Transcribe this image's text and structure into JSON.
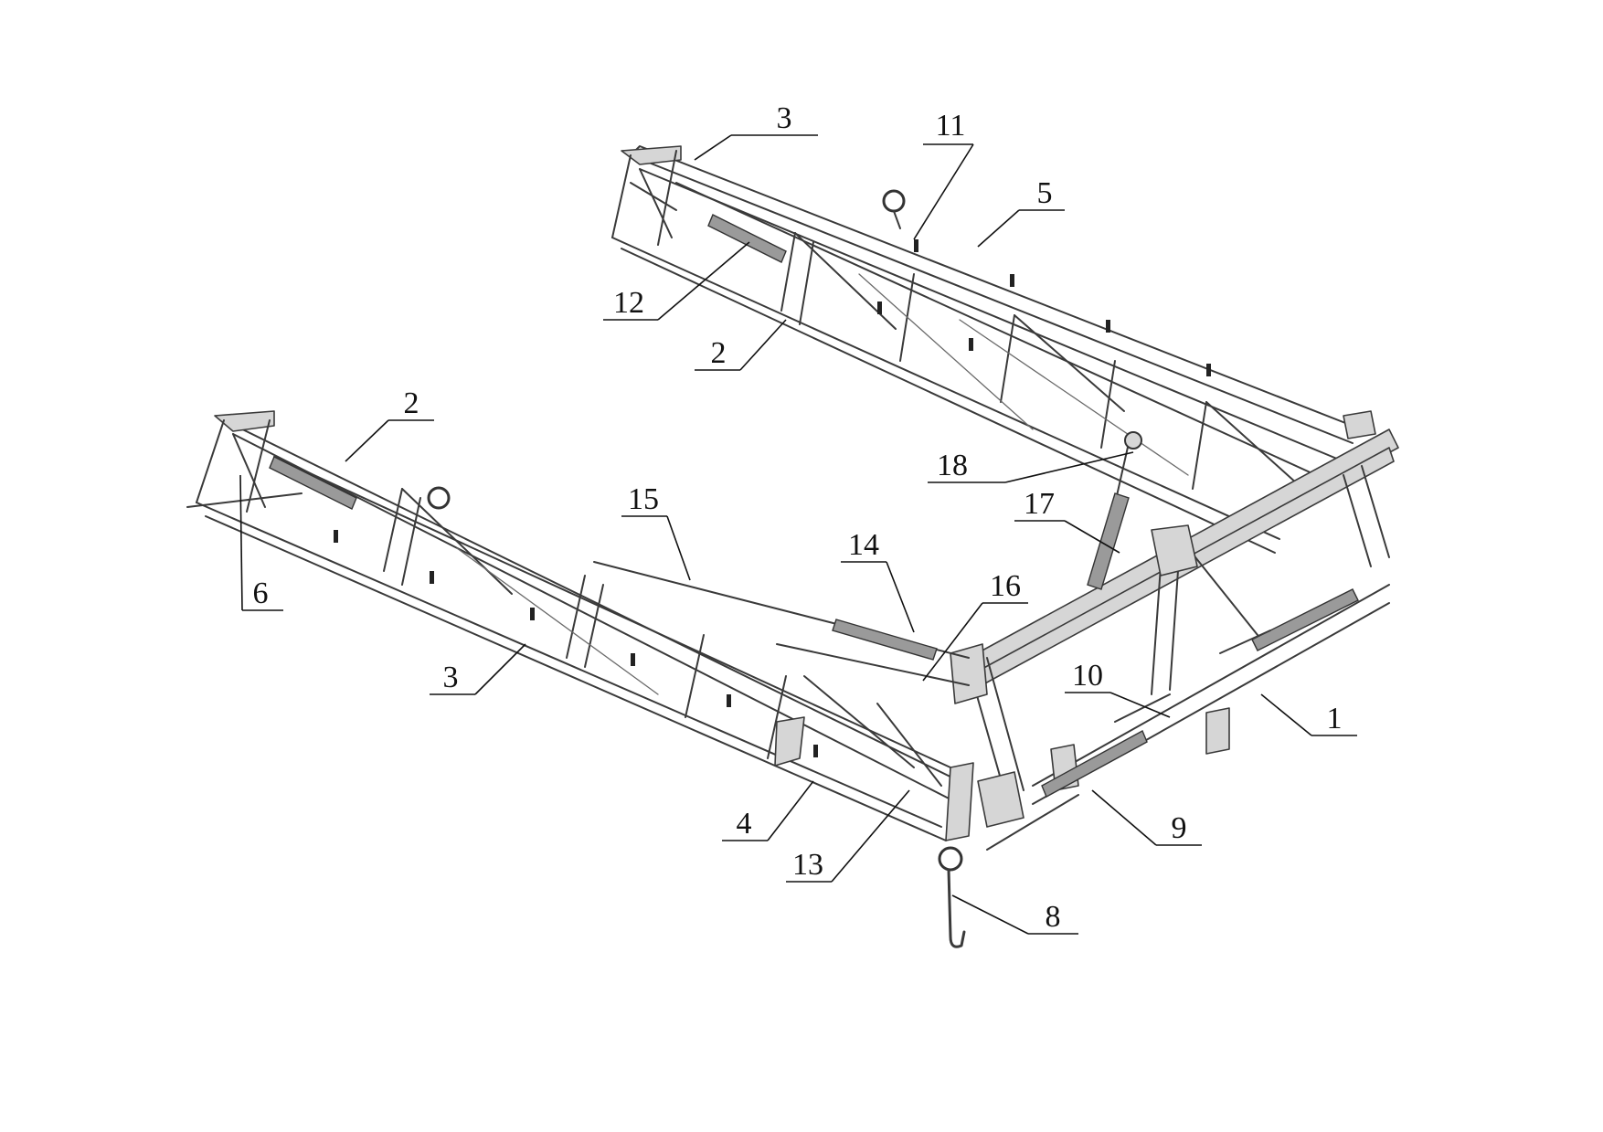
{
  "colors": {
    "background": "#ffffff",
    "ink": "#111111",
    "metal_light": "#d6d6d6",
    "metal_dark": "#9a9a9a"
  },
  "callouts": [
    {
      "id": "c1",
      "label": "1"
    },
    {
      "id": "c2a",
      "label": "2"
    },
    {
      "id": "c2b",
      "label": "2"
    },
    {
      "id": "c3a",
      "label": "3"
    },
    {
      "id": "c3b",
      "label": "3"
    },
    {
      "id": "c4",
      "label": "4"
    },
    {
      "id": "c5",
      "label": "5"
    },
    {
      "id": "c6",
      "label": "6"
    },
    {
      "id": "c8",
      "label": "8"
    },
    {
      "id": "c9",
      "label": "9"
    },
    {
      "id": "c10",
      "label": "10"
    },
    {
      "id": "c11",
      "label": "11"
    },
    {
      "id": "c12",
      "label": "12"
    },
    {
      "id": "c13",
      "label": "13"
    },
    {
      "id": "c14",
      "label": "14"
    },
    {
      "id": "c15",
      "label": "15"
    },
    {
      "id": "c16",
      "label": "16"
    },
    {
      "id": "c17",
      "label": "17"
    },
    {
      "id": "c18",
      "label": "18"
    }
  ]
}
